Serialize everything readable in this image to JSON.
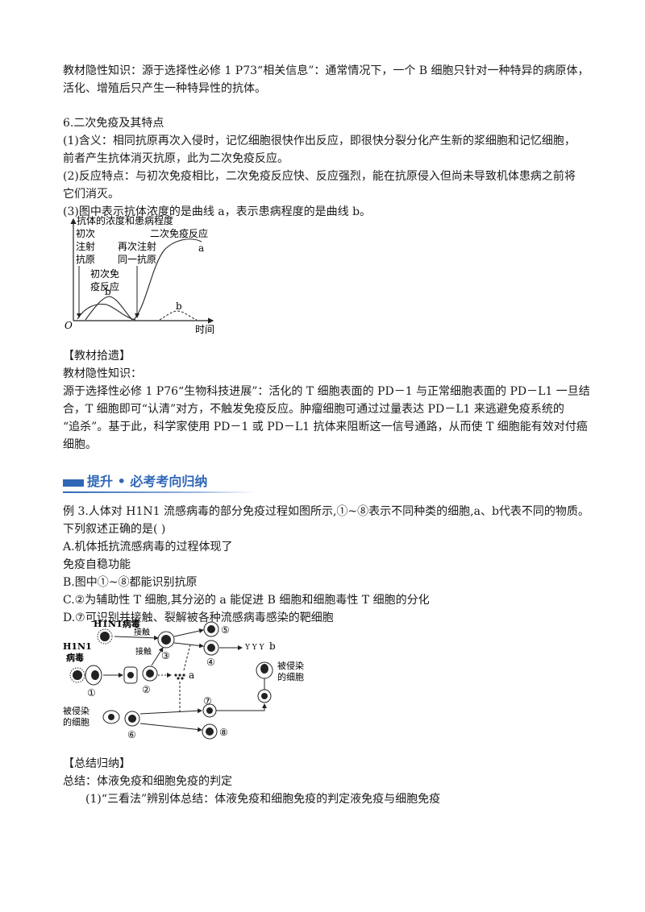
{
  "section1": {
    "hidden_line1": "教材隐性知识：源于选择性必修 1 P73“相关信息”：通常情况下，一个 B 细胞只针对一种特异的病原体，",
    "hidden_line2": "活化、增殖后只产生一种特异性的抗体。"
  },
  "section2": {
    "heading": "6.二次免疫及其特点",
    "item1": "(1)含义：相同抗原再次入侵时，记忆细胞很快作出反应，即很快分裂分化产生新的浆细胞和记忆细胞，",
    "item1_cont": "前者产生抗体消灭抗原，此为二次免疫反应。",
    "item2": "(2)反应特点：与初次免疫相比，二次免疫反应快、反应强烈，能在抗原侵入但尚未导致机体患病之前将",
    "item2_cont": "它们消灭。",
    "item3": "(3)图中表示抗体浓度的是曲线 a，表示患病程度的是曲线 b。"
  },
  "chart1": {
    "ylabel": "抗体的浓度和患病程度",
    "xlabel": "时间",
    "origin": "O",
    "first_injection": [
      "初次",
      "注射",
      "抗原"
    ],
    "second_injection": [
      "再次注射",
      "同一抗原"
    ],
    "primary_label": [
      "初次免",
      "疫反应"
    ],
    "secondary_label": "二次免疫反应",
    "curve_a": "a",
    "curve_b1": "b",
    "curve_b2": "b"
  },
  "section3": {
    "heading": "【教材拾遗】",
    "sub": "教材隐性知识：",
    "p1": "源于选择性必修 1 P76“生物科技进展”：活化的 T 细胞表面的 PD－1 与正常细胞表面的 PD－L1 一旦结",
    "p2": "合，T 细胞即可“认清”对方，不触发免疫反应。肿瘤细胞可通过过量表达 PD－L1 来逃避免疫系统的",
    "p3": "“追杀”。基于此，科学家使用 PD－1 或 PD－L1 抗体来阻断这一信号通路，从而使 T 细胞能有效对付癌",
    "p4": "细胞。"
  },
  "banner": {
    "title": "提升 • 必考考向归纳"
  },
  "example": {
    "stem1": "例 3.人体对 H1N1 流感病毒的部分免疫过程如图所示,①~⑧表示不同种类的细胞,a、b代表不同的物质。",
    "stem2": "下列叙述正确的是(      )",
    "optA1": "A.机体抵抗流感病毒的过程体现了",
    "optA2": "免疫自稳功能",
    "optB": "B.图中①~⑧都能识别抗原",
    "optC": "C.②为辅助性 T 细胞,其分泌的 a 能促进 B 细胞和细胞毒性 T 细胞的分化",
    "optD": "D.⑦可识别并接触、裂解被各种流感病毒感染的靶细胞"
  },
  "diagram2": {
    "virus_top": "H1N1病毒",
    "virus_left": [
      "H1N1",
      "病毒"
    ],
    "contact": "接触",
    "contact2": "接触",
    "infected_left": [
      "被侵染",
      "的细胞"
    ],
    "infected_right": [
      "被侵染",
      "的细胞"
    ],
    "n1": "①",
    "n2": "②",
    "n3": "③",
    "n4": "④",
    "n5": "⑤",
    "n6": "⑥",
    "n7": "⑦",
    "n8": "⑧",
    "label_a": "a",
    "label_b": "b",
    "antibody": "Y Y Y"
  },
  "summary": {
    "heading": "【总结归纳】",
    "line1": "总结：体液免疫和细胞免疫的判定",
    "line2": "(1)“三看法”辨别体总结：体液免疫和细胞免疫的判定液免疫与细胞免疫"
  }
}
